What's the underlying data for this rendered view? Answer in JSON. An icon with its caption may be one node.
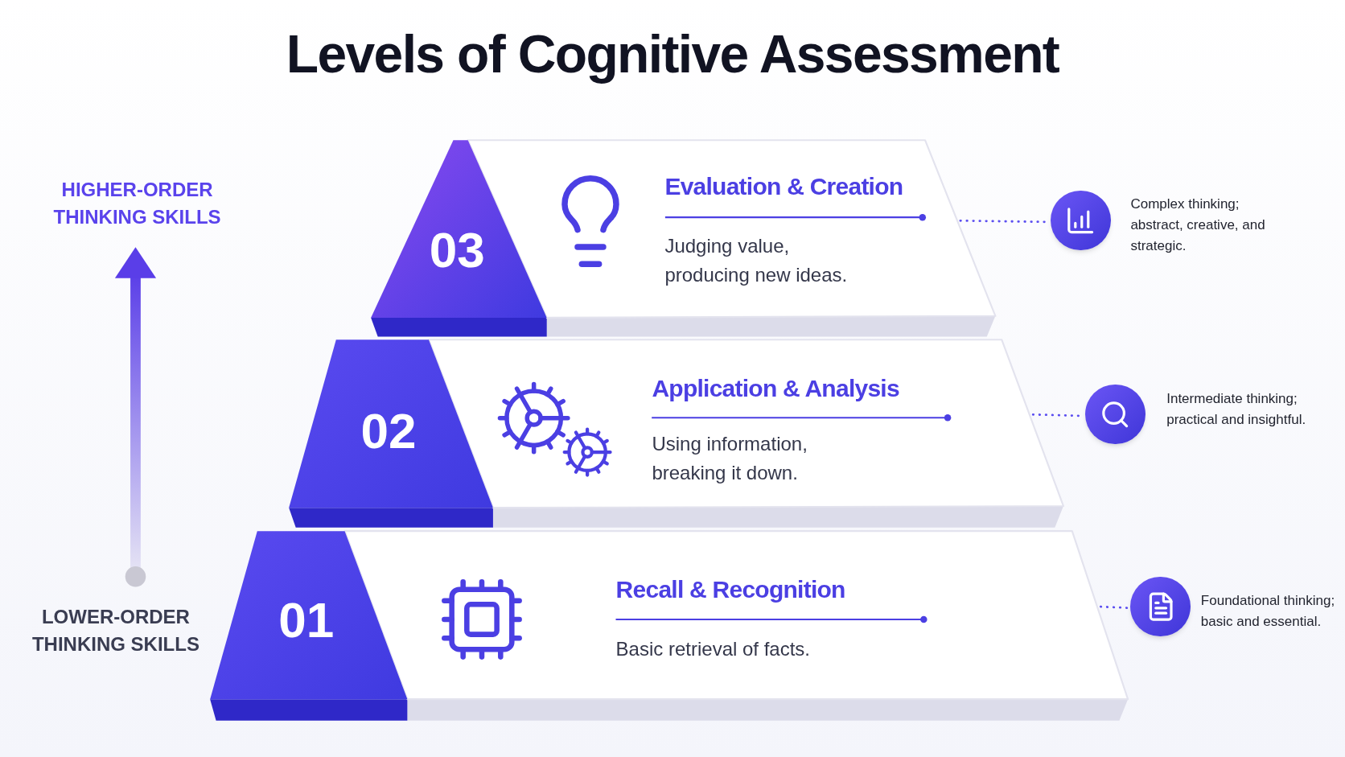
{
  "diagram": {
    "title": "Levels of Cognitive Assessment",
    "nodes": [
      {
        "text": [
          "03",
          "Evaluation & Creation",
          "Judging value, producing new ideas."
        ]
      },
      {
        "text": [],
        "shape": "circle",
        "beside": [
          "Complex thinking; abstract, creative, and strategic."
        ]
      },
      {
        "text": [
          "02",
          "Application & Analysis",
          "Using information, breaking it down."
        ]
      },
      {
        "text": [],
        "shape": "circle",
        "beside": [
          "Intermediate thinking; practical and insightful."
        ]
      },
      {
        "text": [
          "01",
          "Recall & Recognition",
          "Basic retrieval of facts."
        ]
      },
      {
        "text": [],
        "shape": "circle",
        "beside": [
          "Foundational thinking; basic and essential."
        ]
      }
    ],
    "edges": [
      {
        "from": 0,
        "to": 1,
        "arrow": "none",
        "style": "dashed"
      },
      {
        "from": 2,
        "to": 3,
        "arrow": "none",
        "style": "dashed"
      },
      {
        "from": 4,
        "to": 5,
        "arrow": "none",
        "style": "dashed"
      }
    ],
    "labels": [
      "HIGHER-ORDER THINKING SKILLS",
      "LOWER-ORDER THINKING SKILLS"
    ]
  }
}
